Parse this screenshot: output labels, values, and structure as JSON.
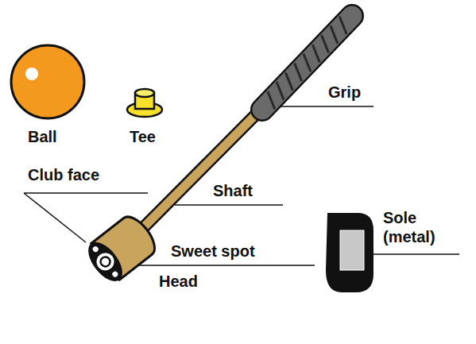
{
  "diagram": {
    "labels": [
      "Ball",
      "Tee",
      "Club face",
      "Shaft",
      "Grip",
      "Sweet spot",
      "Head",
      "Sole (metal)"
    ]
  }
}
